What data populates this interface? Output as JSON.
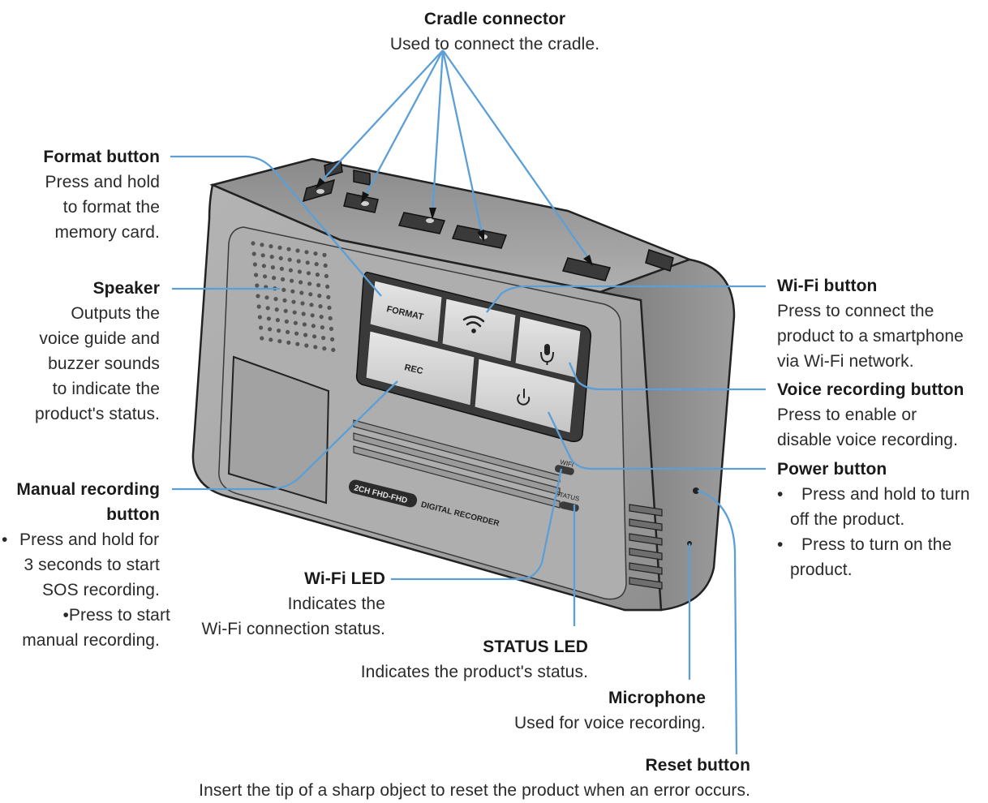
{
  "colors": {
    "leader": "#5b9fd6",
    "device_body": "#9a9a9a",
    "device_dark": "#3a3a3a"
  },
  "device": {
    "format_key": "FORMAT",
    "rec_key": "REC",
    "model_badge": "2CH FHD-FHD",
    "recorder_text": "DIGITAL RECORDER",
    "wifi_led_text": "WIFI",
    "status_led_text": "STATUS",
    "wifi_icon": "wifi-icon",
    "mic_icon": "microphone-icon",
    "power_icon": "power-icon"
  },
  "labels": {
    "cradle": {
      "title": "Cradle connector",
      "desc": "Used to connect the cradle."
    },
    "format": {
      "title": "Format button",
      "lines": [
        "Press and hold",
        "to format the",
        "memory card."
      ]
    },
    "speaker": {
      "title": "Speaker",
      "lines": [
        "Outputs the",
        "voice guide and",
        "buzzer sounds",
        "to indicate the",
        "product's status."
      ]
    },
    "manual": {
      "title1": "Manual recording",
      "title2": "button",
      "bullets": [
        "Press and hold for",
        "3 seconds to start",
        "SOS recording.",
        "Press to start",
        "manual recording."
      ]
    },
    "wifi_led": {
      "title": "Wi-Fi LED",
      "lines": [
        "Indicates the",
        "Wi-Fi connection status."
      ]
    },
    "status_led": {
      "title": "STATUS LED",
      "desc": "Indicates the product's status."
    },
    "microphone": {
      "title": "Microphone",
      "desc": "Used for voice recording."
    },
    "reset": {
      "title": "Reset button",
      "desc": "Insert the tip of a sharp object to reset the product when an error occurs."
    },
    "wifi_button": {
      "title": "Wi-Fi button",
      "lines": [
        "Press to connect the",
        "product to a smartphone",
        "via Wi-Fi network."
      ]
    },
    "voice_button": {
      "title": "Voice recording button",
      "lines": [
        "Press to enable or",
        "disable voice recording."
      ]
    },
    "power_button": {
      "title": "Power button",
      "bullets": [
        "Press and hold to turn",
        "off the product.",
        "Press to turn on the",
        "product."
      ]
    }
  }
}
